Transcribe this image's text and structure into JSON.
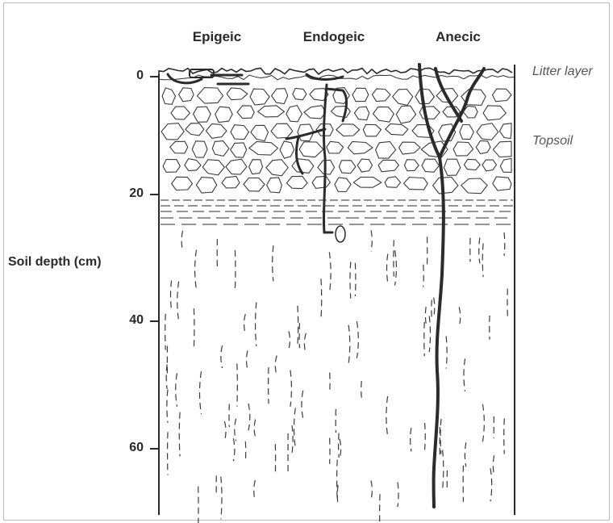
{
  "column_headers": [
    "Epigeic",
    "Endogeic",
    "Anecic"
  ],
  "layer_labels": [
    "Litter layer",
    "Topsoil"
  ],
  "axis": {
    "title": "Soil depth (cm)",
    "ticks": [
      "0",
      "20",
      "40",
      "60"
    ]
  },
  "colors": {
    "line": "#2b2b2b",
    "burrow": "#3a3a3a",
    "label_italic": "#555555"
  }
}
